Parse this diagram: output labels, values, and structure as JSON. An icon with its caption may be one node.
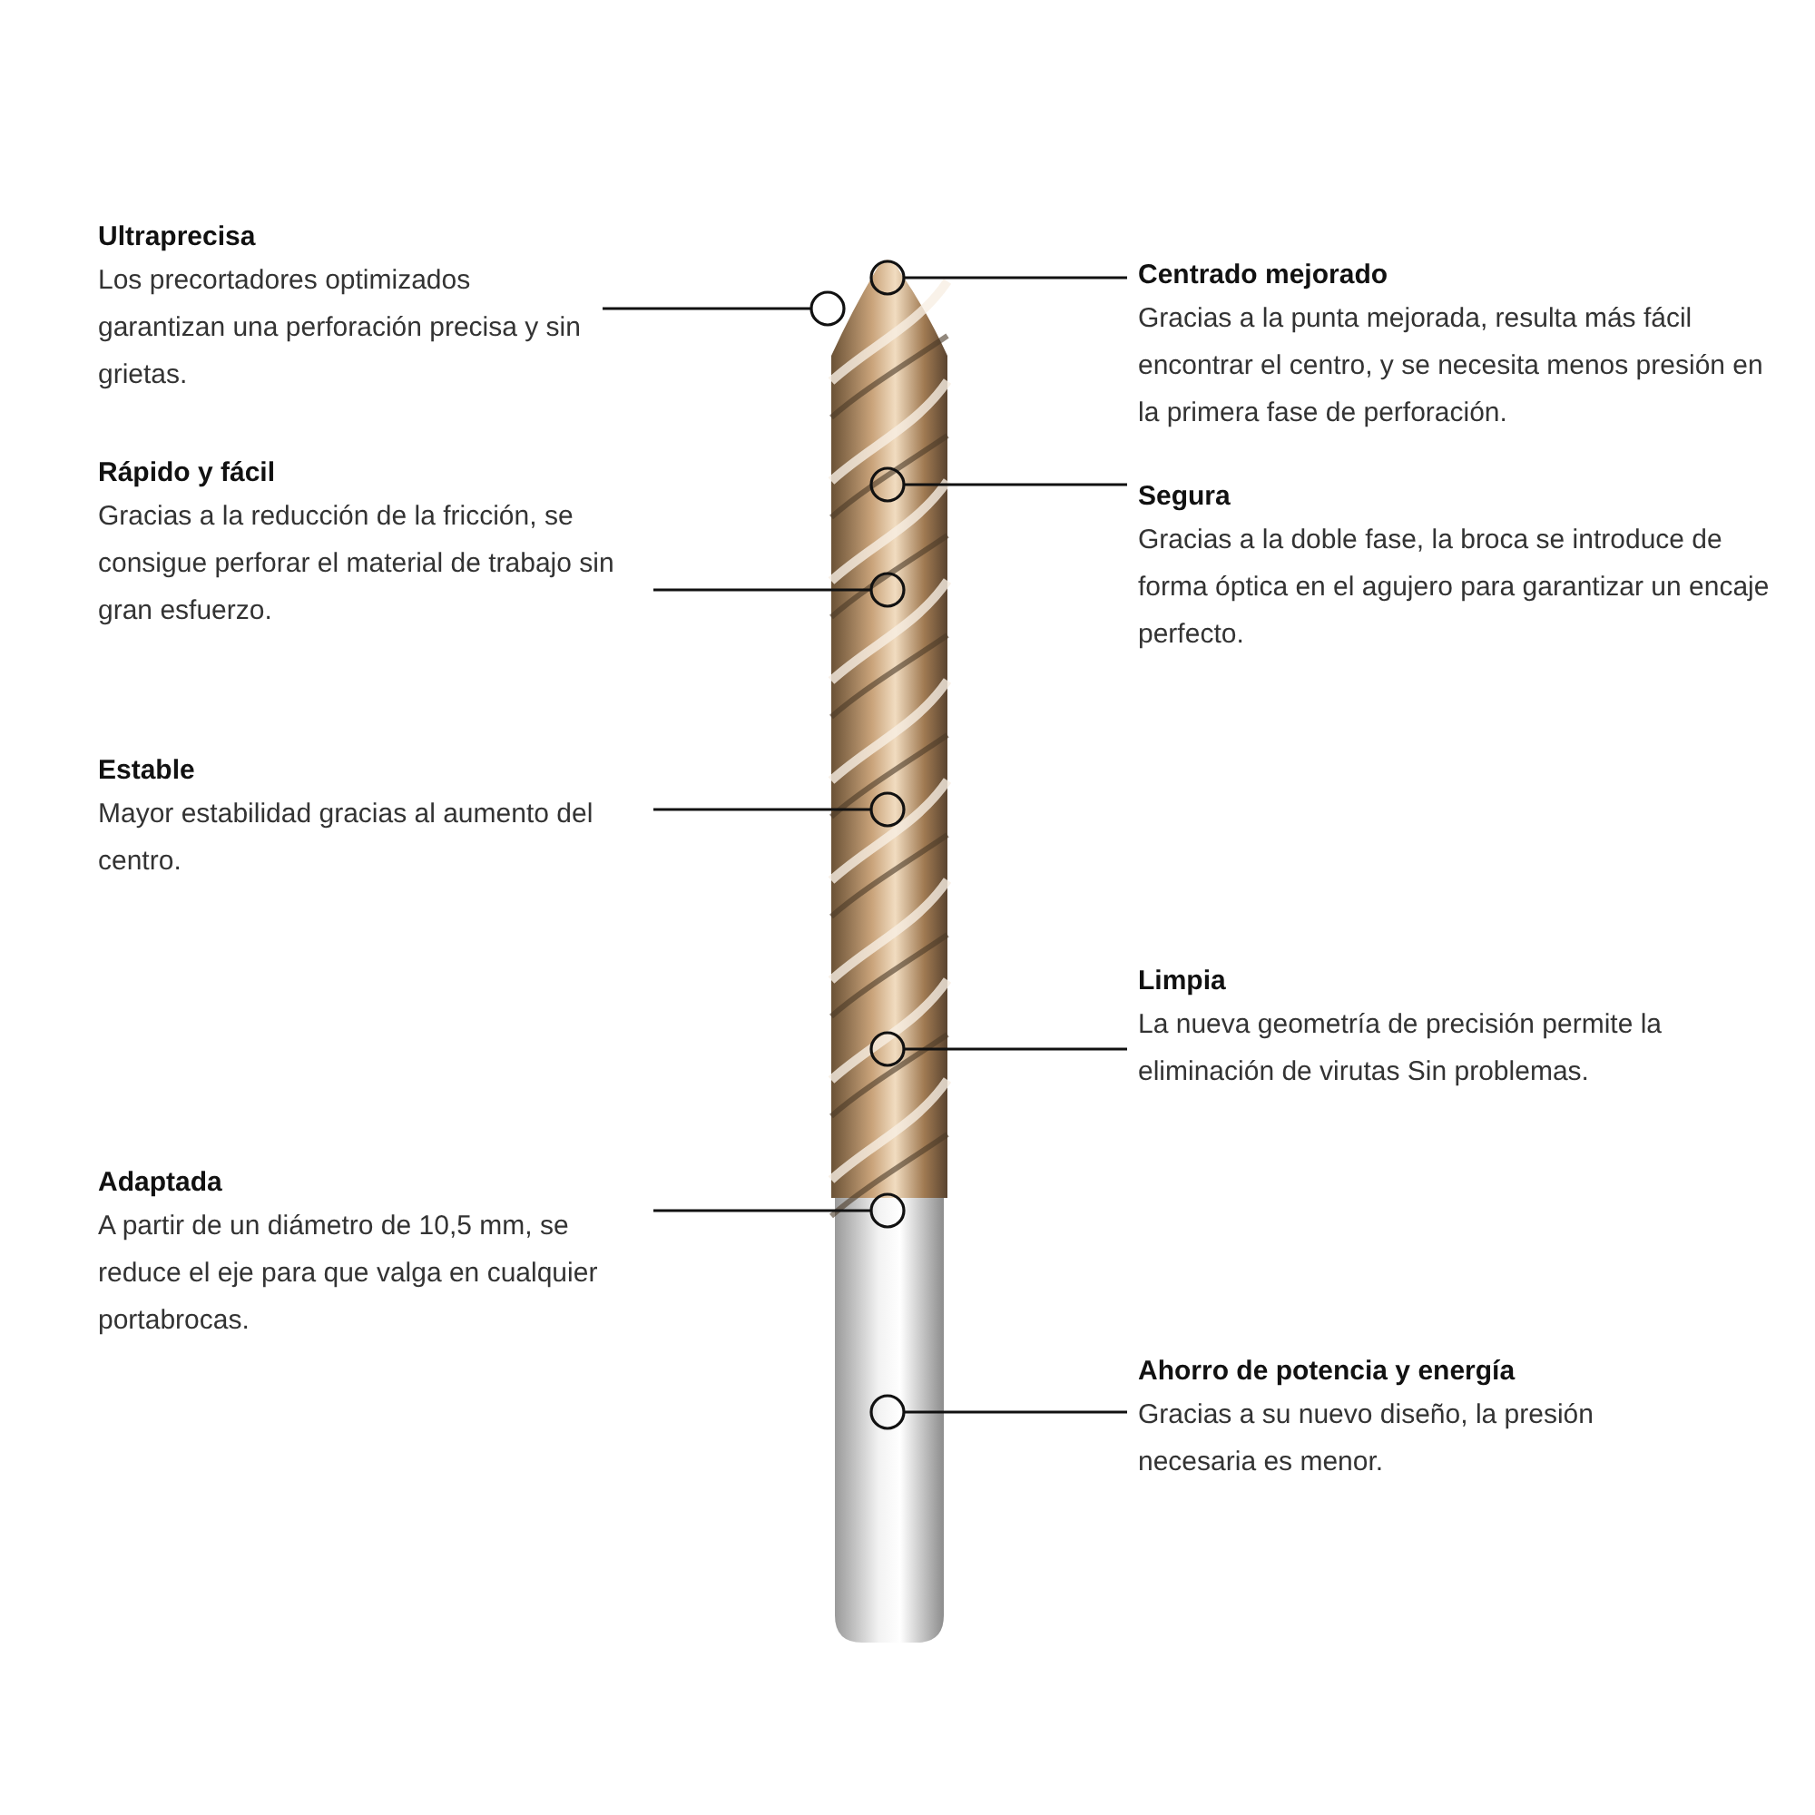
{
  "diagram": {
    "nodes": [
      {
        "text": [
          "Ultraprecisa",
          "Los precortadores optimizados garantizan una perforación precisa y sin grietas."
        ]
      },
      {
        "text": [
          "Centrado mejorado",
          "Gracias a la punta mejorada, resulta más fácil encontrar el centro, y se necesita menos presión en la primera fase de perforación."
        ]
      },
      {
        "text": [
          "Rápido y fácil",
          "Gracias a la reducción de la fricción, se consigue perforar el material de trabajo sin gran esfuerzo."
        ]
      },
      {
        "text": [
          "Segura",
          "Gracias a la doble fase, la broca se introduce de forma óptica en el agujero para garantizar un encaje perfecto."
        ]
      },
      {
        "text": [
          "Estable",
          "Mayor estabilidad gracias al aumento del centro."
        ]
      },
      {
        "text": [
          "Limpia",
          "La nueva geometría de precisión permite la eliminación de virutas Sin problemas."
        ]
      },
      {
        "text": [
          "Adaptada",
          "A partir de un diámetro de 10,5 mm, se reduce el eje para que valga en cualquier portabrocas."
        ]
      },
      {
        "text": [
          "Ahorro de potencia y energía",
          "Gracias a su nuevo diseño, la presión necesaria es menor."
        ]
      },
      {
        "text": [],
        "shape": "circle"
      },
      {
        "text": [],
        "shape": "circle"
      },
      {
        "text": [],
        "shape": "circle"
      },
      {
        "text": [],
        "shape": "circle"
      },
      {
        "text": [],
        "shape": "circle"
      },
      {
        "text": [],
        "shape": "circle"
      },
      {
        "text": [],
        "shape": "circle"
      },
      {
        "text": [],
        "shape": "circle"
      }
    ],
    "edges": [
      {
        "from": 0,
        "to": 9,
        "arrow": "none"
      },
      {
        "from": 1,
        "to": 8,
        "arrow": "none"
      },
      {
        "from": 2,
        "to": 11,
        "arrow": "none"
      },
      {
        "from": 3,
        "to": 10,
        "arrow": "none"
      },
      {
        "from": 4,
        "to": 12,
        "arrow": "none"
      },
      {
        "from": 5,
        "to": 13,
        "arrow": "none"
      },
      {
        "from": 6,
        "to": 14,
        "arrow": "none"
      },
      {
        "from": 7,
        "to": 15,
        "arrow": "none"
      }
    ]
  }
}
